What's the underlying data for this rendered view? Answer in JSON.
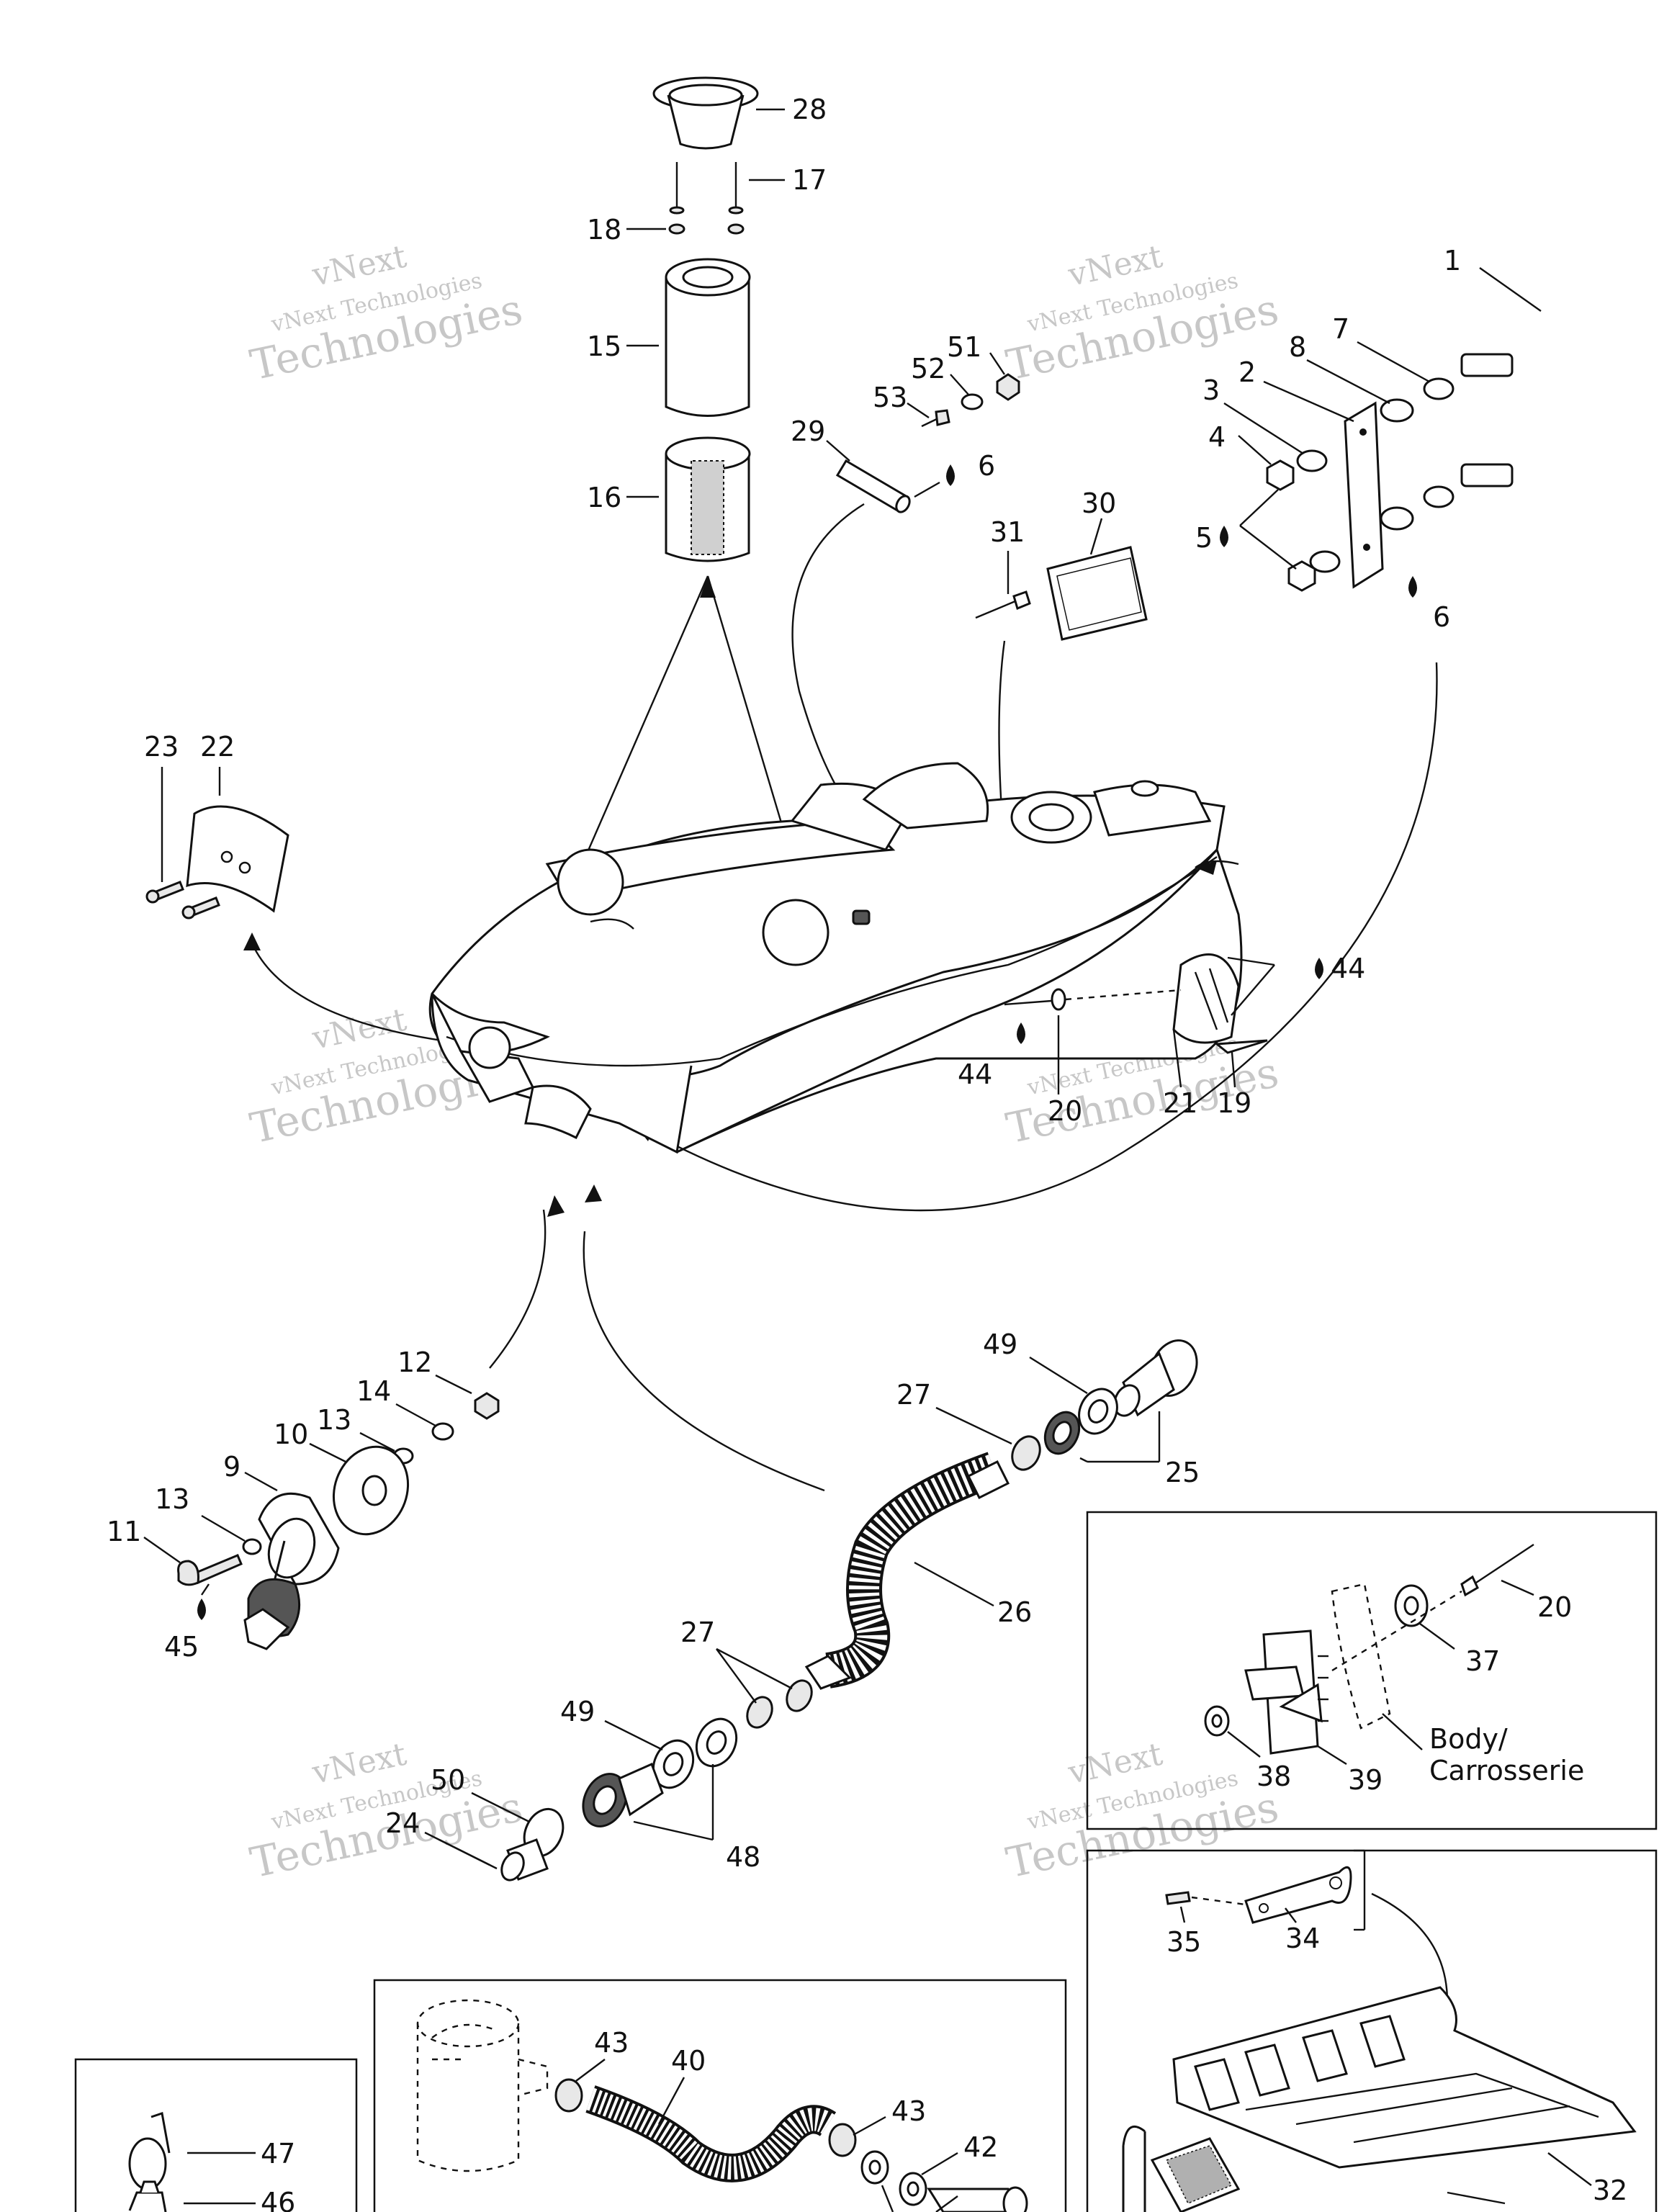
{
  "watermark": {
    "line1": "vNext",
    "line2": "vNext Technologies",
    "line3": "Technologies"
  },
  "labels": {
    "n1": "1",
    "n2": "2",
    "n3": "3",
    "n4": "4",
    "n5": "5",
    "n6": "6",
    "n7": "7",
    "n8": "8",
    "n9": "9",
    "n10": "10",
    "n11": "11",
    "n12": "12",
    "n13": "13",
    "n14": "14",
    "n15": "15",
    "n16": "16",
    "n17": "17",
    "n18": "18",
    "n19": "19",
    "n20": "20",
    "n21": "21",
    "n22": "22",
    "n23": "23",
    "n24": "24",
    "n25": "25",
    "n26": "26",
    "n27": "27",
    "n28": "28",
    "n29": "29",
    "n30": "30",
    "n31": "31",
    "n32": "32",
    "n34": "34",
    "n35": "35",
    "n37": "37",
    "n38": "38",
    "n39": "39",
    "n40": "40",
    "n42": "42",
    "n43": "43",
    "n44": "44",
    "n45": "45",
    "n46": "46",
    "n47": "47",
    "n48": "48",
    "n49": "49",
    "n50": "50",
    "n51": "51",
    "n52": "52",
    "n53": "53",
    "body1": "Body/",
    "body2": "Carrosserie"
  }
}
